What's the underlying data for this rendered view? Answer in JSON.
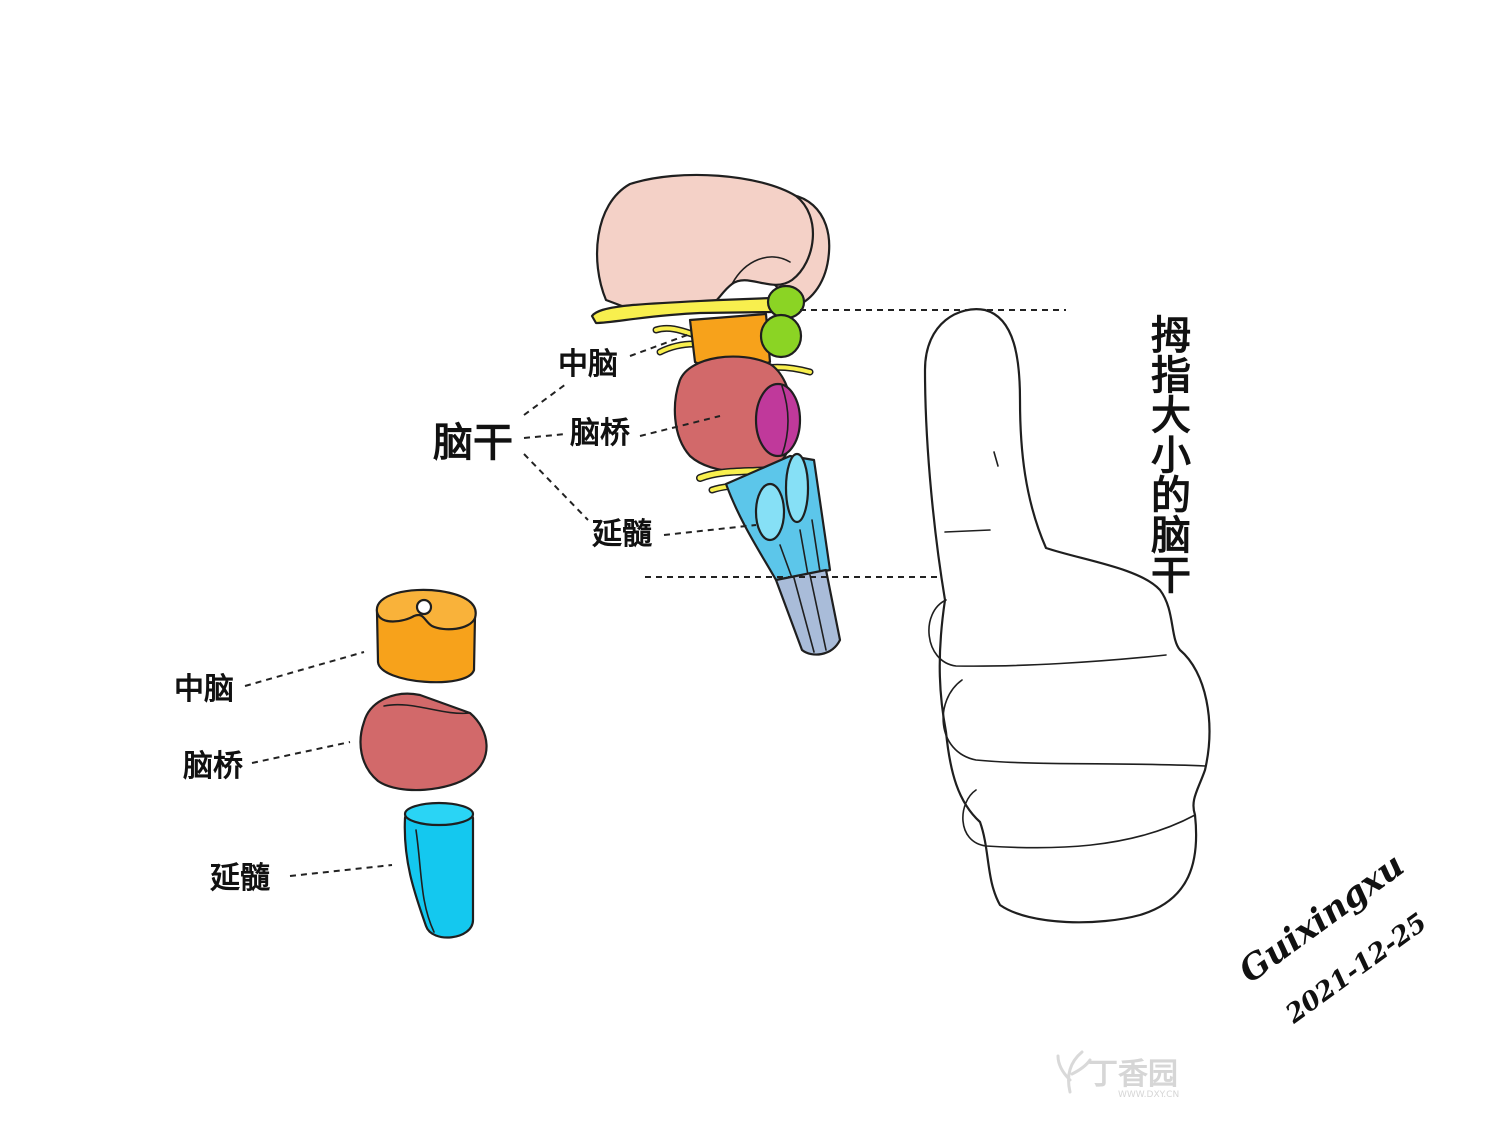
{
  "diagram": {
    "top_labels": {
      "main": "脑干",
      "midbrain": "中脑",
      "pons": "脑桥",
      "medulla": "延髓"
    },
    "side_title": "拇指大小的脑干",
    "bottom_labels": {
      "midbrain": "中脑",
      "pons": "脑桥",
      "medulla": "延髓"
    }
  },
  "signature": {
    "name": "Guixingxu",
    "date": "2021-12-25"
  },
  "watermark": {
    "brand": "丁香园",
    "url": "WWW.DXY.CN"
  },
  "colors": {
    "cerebrum": "#f4d1c7",
    "optic_tract": "#f8ef4e",
    "midbrain": "#f7a21b",
    "midbrain_top": "#f9b23a",
    "colliculi": "#8bd424",
    "pons": "#d2696a",
    "peduncle": "#c0399b",
    "medulla": "#5cc6ea",
    "olive": "#86e0f6",
    "spinal_cord": "#a9bcd9",
    "medulla_piece": "#14c8ef",
    "medulla_piece_top": "#2ad4f5",
    "hand": "#ffffff"
  }
}
